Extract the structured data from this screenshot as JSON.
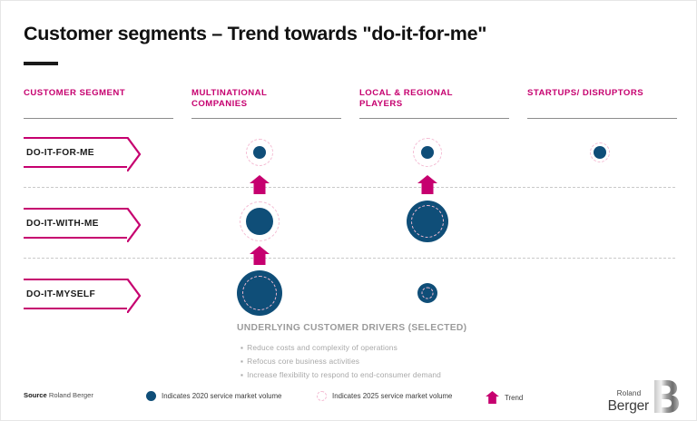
{
  "slide": {
    "title": "Customer segments – Trend towards \"do-it-for-me\"",
    "accent_pink": "#c6006f",
    "bubble_blue": "#0f4e78",
    "ring_pink": "#f4bcd3"
  },
  "columns": [
    {
      "id": "customer-segment",
      "label": "CUSTOMER SEGMENT",
      "line1": "CUSTOMER SEGMENT",
      "line2": ""
    },
    {
      "id": "multinational-companies",
      "label": "MULTINATIONAL COMPANIES",
      "line1": "MULTINATIONAL",
      "line2": "COMPANIES"
    },
    {
      "id": "local-regional-players",
      "label": "LOCAL & REGIONAL PLAYERS",
      "line1": "LOCAL & REGIONAL",
      "line2": "PLAYERS"
    },
    {
      "id": "startups-disruptors",
      "label": "STARTUPS/ DISRUPTORS",
      "line1": "STARTUPS/ DISRUPTORS",
      "line2": ""
    }
  ],
  "rows": [
    {
      "id": "do-it-for-me",
      "label": "DO-IT-FOR-ME"
    },
    {
      "id": "do-it-with-me",
      "label": "DO-IT-WITH-ME"
    },
    {
      "id": "do-it-myself",
      "label": "DO-IT-MYSELF"
    }
  ],
  "chart_data": {
    "type": "bubble",
    "title": "Customer segments – Trend towards \"do-it-for-me\"",
    "xlabel": "",
    "ylabel": "",
    "grid": "dashed row separators",
    "legend_position": "bottom",
    "x_categories": [
      "MULTINATIONAL COMPANIES",
      "LOCAL & REGIONAL PLAYERS",
      "STARTUPS/ DISRUPTORS"
    ],
    "y_categories": [
      "DO-IT-FOR-ME",
      "DO-IT-WITH-ME",
      "DO-IT-MYSELF"
    ],
    "series": [
      {
        "name": "Indicates 2020 service market volume",
        "style": "solid filled circle",
        "color": "#0f4e78"
      },
      {
        "name": "Indicates 2025 service market volume",
        "style": "dashed outline circle",
        "color": "#f4bcd3"
      }
    ],
    "points": [
      {
        "row": "DO-IT-FOR-ME",
        "column": "MULTINATIONAL COMPANIES",
        "d2020": 14,
        "d2025": 30
      },
      {
        "row": "DO-IT-FOR-ME",
        "column": "LOCAL & REGIONAL PLAYERS",
        "d2020": 14,
        "d2025": 32
      },
      {
        "row": "DO-IT-FOR-ME",
        "column": "STARTUPS/ DISRUPTORS",
        "d2020": 14,
        "d2025": 22
      },
      {
        "row": "DO-IT-WITH-ME",
        "column": "MULTINATIONAL COMPANIES",
        "d2020": 30,
        "d2025": 44
      },
      {
        "row": "DO-IT-WITH-ME",
        "column": "LOCAL & REGIONAL PLAYERS",
        "d2020": 46,
        "d2025": 36
      },
      {
        "row": "DO-IT-MYSELF",
        "column": "MULTINATIONAL COMPANIES",
        "d2020": 50,
        "d2025": 38
      },
      {
        "row": "DO-IT-MYSELF",
        "column": "LOCAL & REGIONAL PLAYERS",
        "d2020": 22,
        "d2025": 13
      }
    ],
    "trend_arrows": [
      {
        "column": "MULTINATIONAL COMPANIES",
        "from": "DO-IT-WITH-ME",
        "to": "DO-IT-FOR-ME"
      },
      {
        "column": "LOCAL & REGIONAL PLAYERS",
        "from": "DO-IT-WITH-ME",
        "to": "DO-IT-FOR-ME"
      },
      {
        "column": "MULTINATIONAL COMPANIES",
        "from": "DO-IT-MYSELF",
        "to": "DO-IT-WITH-ME"
      }
    ]
  },
  "drivers": {
    "heading": "UNDERLYING CUSTOMER DRIVERS (SELECTED)",
    "items": [
      "Reduce costs and complexity of operations",
      "Refocus core business activities",
      "Increase flexibility to respond to end-consumer demand"
    ],
    "bullet": "▪"
  },
  "footer": {
    "source_label": "Source",
    "source_value": "Roland Berger",
    "legend": [
      {
        "icon": "solid-blue-circle-icon",
        "text": "Indicates 2020 service market volume"
      },
      {
        "icon": "dashed-pink-circle-icon",
        "text": "Indicates 2025 service market volume"
      },
      {
        "icon": "trend-arrow-icon",
        "text": "Trend"
      }
    ]
  },
  "logo": {
    "line1": "Roland",
    "line2": "Berger"
  }
}
